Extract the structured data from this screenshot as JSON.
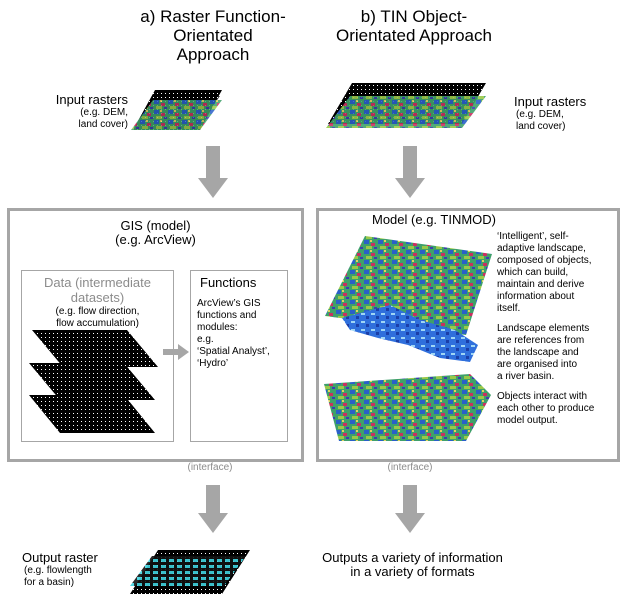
{
  "colors": {
    "frame": "#a6a6a6",
    "arrow": "#a6a6a6",
    "muted_text": "#8c8c8c",
    "raster_black": "#000000",
    "terrain_green": "#3fa06a",
    "terrain_blue": "#2a60c8",
    "terrain_red": "#c83060",
    "water_blue": "#2f6fdc",
    "highlight_cyan": "#40d4e0"
  },
  "left": {
    "title": "a) Raster Function-Orientated Approach",
    "title_lines": [
      "a) Raster Function-",
      "Orientated",
      "Approach"
    ],
    "input_label": "Input rasters",
    "input_note_lines": [
      "(e.g. DEM,",
      "land cover)"
    ],
    "gis_title": "GIS (model)",
    "gis_subtitle": "(e.g. ArcView)",
    "data_title_lines": [
      "Data (intermediate",
      "datasets)"
    ],
    "data_note_lines": [
      "(e.g. flow direction,",
      "flow accumulation)"
    ],
    "functions_title": "Functions",
    "functions_lines": [
      "ArcView’s GIS",
      "functions and",
      "modules:",
      "e.g.",
      "‘Spatial Analyst’,",
      "‘Hydro’"
    ],
    "interface_label": "(interface)",
    "output_label": "Output raster",
    "output_note_lines": [
      "(e.g. flowlength",
      "for a basin)"
    ]
  },
  "right": {
    "title": "b) TIN Object-Orientated Approach",
    "title_lines": [
      "b) TIN Object-",
      "Orientated Approach"
    ],
    "input_label": "Input rasters",
    "input_note_lines": [
      "(e.g. DEM,",
      "land cover)"
    ],
    "model_title": "Model (e.g. TINMOD)",
    "para1_lines": [
      "‘Intelligent’, self-",
      "adaptive landscape,",
      "composed of objects,",
      "which can build,",
      "maintain and derive",
      "information about",
      "itself."
    ],
    "para2_lines": [
      "Landscape elements",
      "are references from",
      "the landscape and",
      "are organised into",
      "a river basin."
    ],
    "para3_lines": [
      "Objects interact with",
      "each other to produce",
      "model output."
    ],
    "interface_label": "(interface)",
    "output_lines": [
      "Outputs a variety of information",
      "in a variety of formats"
    ]
  }
}
